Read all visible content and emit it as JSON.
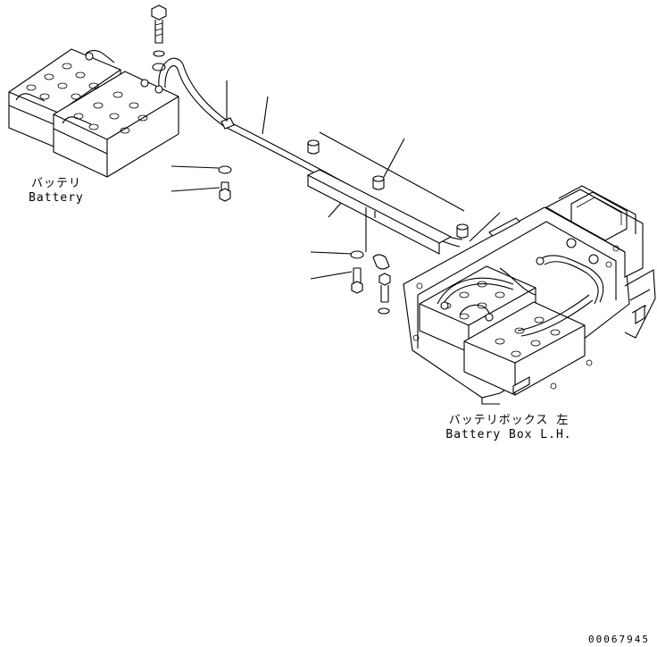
{
  "labels": {
    "battery_jp": "バッテリ",
    "battery_en": "Battery",
    "battery_box_jp": "バッテリボックス 左",
    "battery_box_en": "Battery Box L.H.",
    "drawing_number": "00067945"
  },
  "colors": {
    "line": "#000000",
    "background": "#ffffff"
  }
}
